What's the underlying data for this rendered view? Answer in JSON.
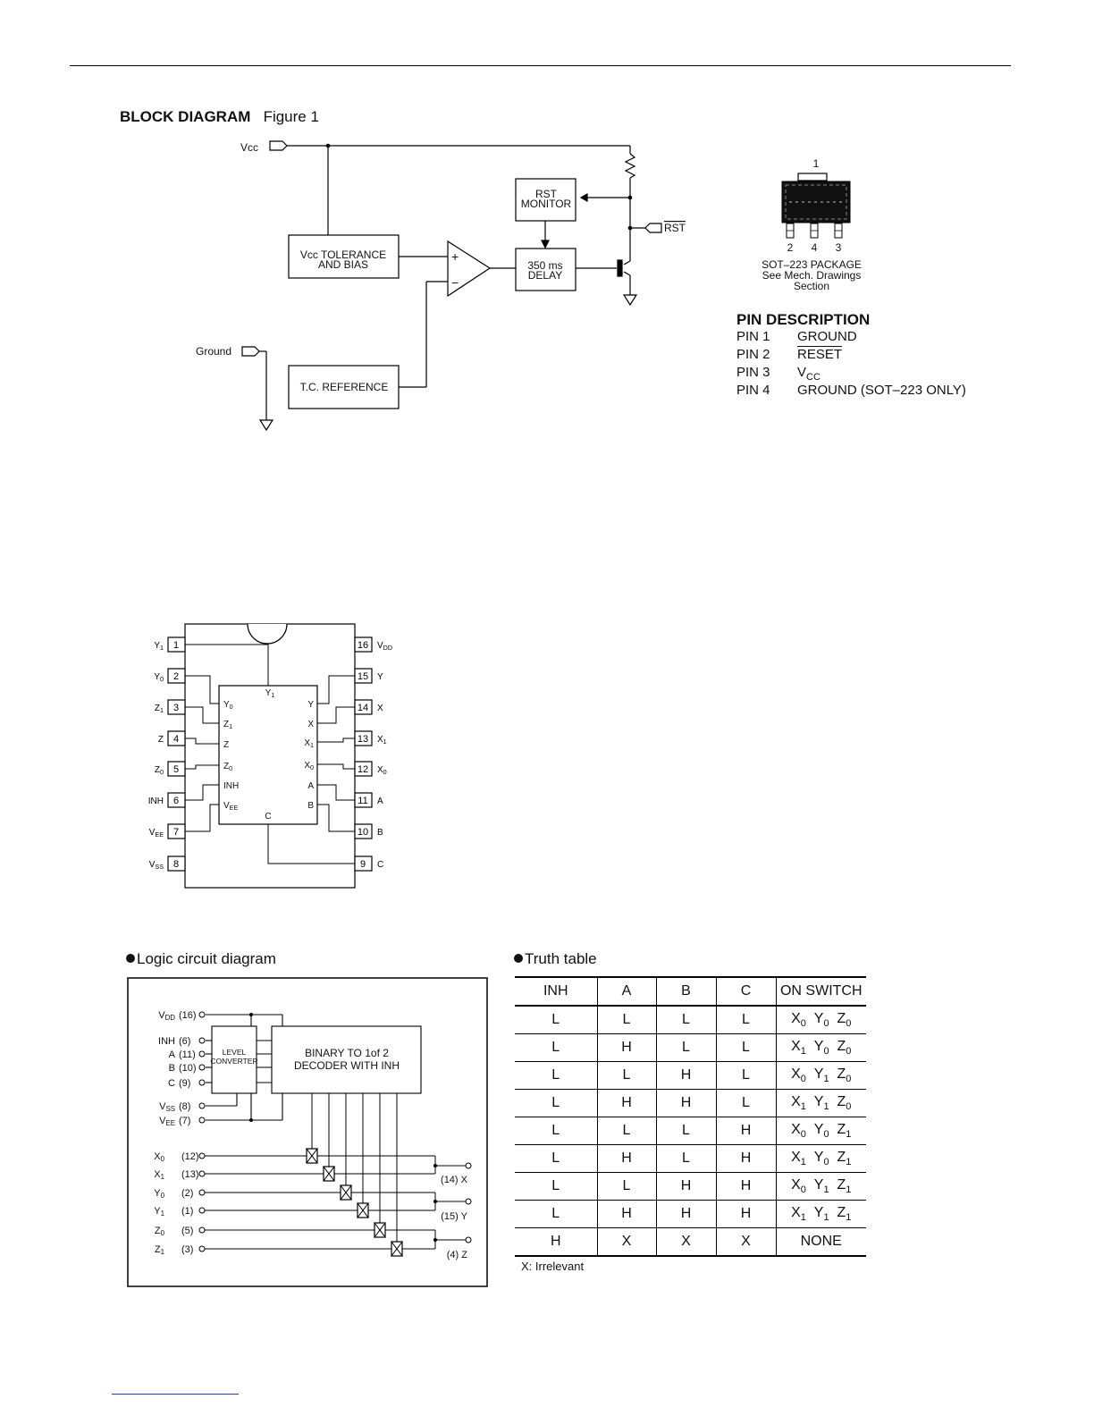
{
  "block_diagram": {
    "title": "BLOCK DIAGRAM",
    "figure": "Figure 1",
    "labels": {
      "vcc": "Vcc",
      "ground": "Ground",
      "vcc_tol_1": "Vcc TOLERANCE",
      "vcc_tol_2": "AND BIAS",
      "tc_ref": "T.C. REFERENCE",
      "rst_mon_1": "RST",
      "rst_mon_2": "MONITOR",
      "delay_1": "350 ms",
      "delay_2": "DELAY",
      "rst_out": "RST",
      "plus": "+",
      "minus": "−"
    }
  },
  "package": {
    "pin_top": "1",
    "pin_b1": "2",
    "pin_b2": "4",
    "pin_b3": "3",
    "line1": "SOT–223 PACKAGE",
    "line2": "See Mech. Drawings",
    "line3": "Section"
  },
  "pin_description": {
    "header": "PIN DESCRIPTION",
    "pins": [
      {
        "pin": "PIN 1",
        "desc": "GROUND"
      },
      {
        "pin": "PIN 2",
        "desc": "RESET"
      },
      {
        "pin": "PIN 3",
        "desc": "V",
        "sub": "CC"
      },
      {
        "pin": "PIN 4",
        "desc": "GROUND (SOT–223 ONLY)"
      }
    ]
  },
  "ic_pinout": {
    "left_pins": [
      {
        "num": "1",
        "label": "Y1"
      },
      {
        "num": "2",
        "label": "Y0"
      },
      {
        "num": "3",
        "label": "Z1"
      },
      {
        "num": "4",
        "label": "Z"
      },
      {
        "num": "5",
        "label": "Z0"
      },
      {
        "num": "6",
        "label": "INH"
      },
      {
        "num": "7",
        "label": "VEE"
      },
      {
        "num": "8",
        "label": "VSS"
      }
    ],
    "right_pins": [
      {
        "num": "16",
        "label": "VDD"
      },
      {
        "num": "15",
        "label": "Y"
      },
      {
        "num": "14",
        "label": "X"
      },
      {
        "num": "13",
        "label": "X1"
      },
      {
        "num": "12",
        "label": "X0"
      },
      {
        "num": "11",
        "label": "A"
      },
      {
        "num": "10",
        "label": "B"
      },
      {
        "num": "9",
        "label": "C"
      }
    ],
    "inner_left": [
      "Y0",
      "Z1",
      "Z",
      "Z0",
      "INH",
      "VEE"
    ],
    "inner_right": [
      "Y",
      "X",
      "X1",
      "X0",
      "A",
      "B"
    ],
    "inner_top": "Y1",
    "inner_bottom": "C"
  },
  "logic_circuit": {
    "title": "Logic circuit diagram",
    "supply_inputs": [
      {
        "name": "VDD",
        "pin": "(16)"
      },
      {
        "name": "INH",
        "pin": "(6)"
      },
      {
        "name": "A",
        "pin": "(11)"
      },
      {
        "name": "B",
        "pin": "(10)"
      },
      {
        "name": "C",
        "pin": "(9)"
      },
      {
        "name": "VSS",
        "pin": "(8)"
      },
      {
        "name": "VEE",
        "pin": "(7)"
      }
    ],
    "channel_inputs": [
      {
        "name": "X0",
        "pin": "(12)"
      },
      {
        "name": "X1",
        "pin": "(13)"
      },
      {
        "name": "Y0",
        "pin": "(2)"
      },
      {
        "name": "Y1",
        "pin": "(1)"
      },
      {
        "name": "Z0",
        "pin": "(5)"
      },
      {
        "name": "Z1",
        "pin": "(3)"
      }
    ],
    "outputs": [
      "(14)  X",
      "(15)  Y",
      "(4)  Z"
    ],
    "level_converter_1": "LEVEL",
    "level_converter_2": "CONVERTER",
    "decoder_1": "BINARY  TO  1of 2",
    "decoder_2": "DECODER  WITH  INH"
  },
  "truth_table": {
    "title": "Truth table",
    "headers": [
      "INH",
      "A",
      "B",
      "C",
      "ON SWITCH"
    ],
    "rows": [
      [
        "L",
        "L",
        "L",
        "L",
        "X0  Y0  Z0"
      ],
      [
        "L",
        "H",
        "L",
        "L",
        "X1  Y0  Z0"
      ],
      [
        "L",
        "L",
        "H",
        "L",
        "X0  Y1  Z0"
      ],
      [
        "L",
        "H",
        "H",
        "L",
        "X1  Y1  Z0"
      ],
      [
        "L",
        "L",
        "L",
        "H",
        "X0  Y0  Z1"
      ],
      [
        "L",
        "H",
        "L",
        "H",
        "X1  Y0  Z1"
      ],
      [
        "L",
        "L",
        "H",
        "H",
        "X0  Y1  Z1"
      ],
      [
        "L",
        "H",
        "H",
        "H",
        "X1  Y1  Z1"
      ],
      [
        "H",
        "X",
        "X",
        "X",
        "NONE"
      ]
    ],
    "note": "X: Irrelevant"
  }
}
